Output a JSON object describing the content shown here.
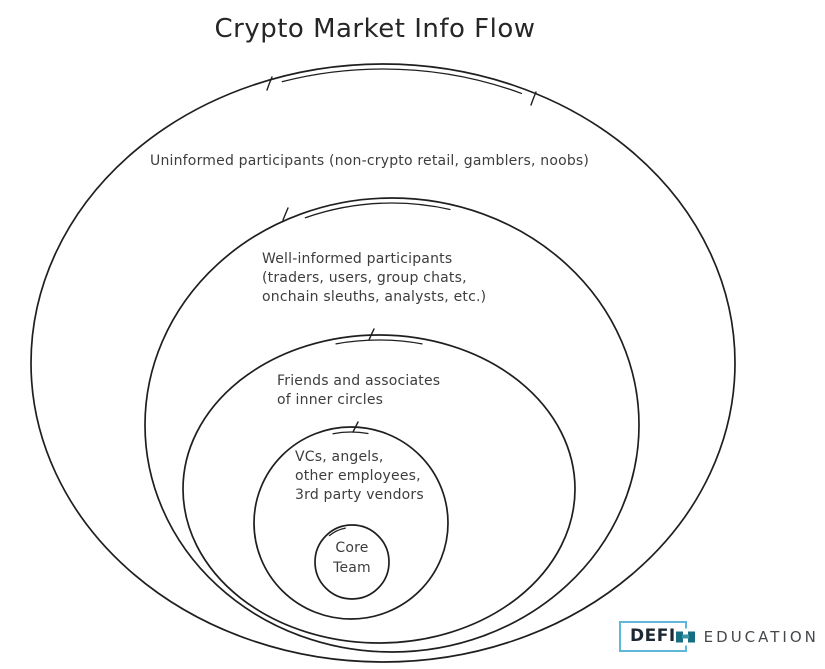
{
  "title": "Crypto Market Info Flow",
  "diagram": {
    "type": "concentric-circles",
    "stroke_color": "#1f1f1f",
    "text_color": "#3d3d3d",
    "rings": [
      {
        "id": "uninformed",
        "label": "Uninformed participants (non-crypto retail, gamblers, noobs)"
      },
      {
        "id": "well-informed",
        "label": "Well-informed participants\n(traders, users, group chats,\nonchain sleuths, analysts, etc.)"
      },
      {
        "id": "friends",
        "label": "Friends and associates\nof inner circles"
      },
      {
        "id": "vcs",
        "label": "VCs, angels,\nother employees,\n3rd party vendors"
      },
      {
        "id": "core-team",
        "label": "Core\nTeam"
      }
    ]
  },
  "logo": {
    "defi": "DEFI",
    "education": "EDUCATION",
    "icon": "link-icon",
    "box_border_color": "#5fb7da",
    "icon_color": "#156e82",
    "defi_color": "#1c2833",
    "education_color": "#46494c"
  }
}
